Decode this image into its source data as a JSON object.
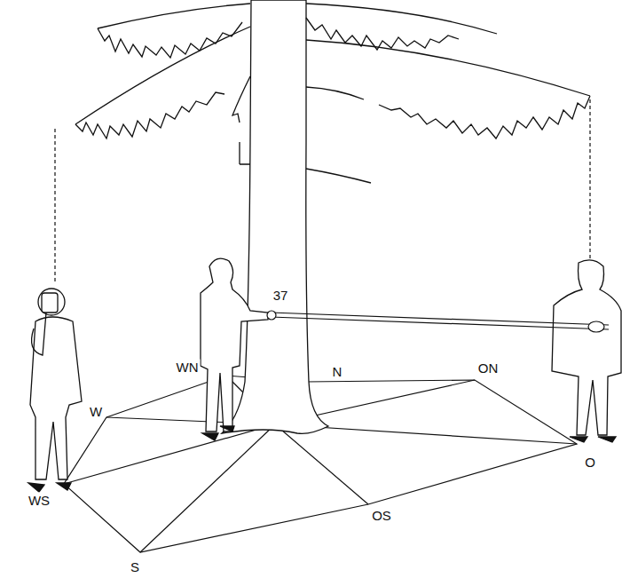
{
  "diagram": {
    "labels": [
      "37",
      "WN",
      "N",
      "ON",
      "W",
      "O",
      "WS",
      "OS",
      "S"
    ]
  }
}
